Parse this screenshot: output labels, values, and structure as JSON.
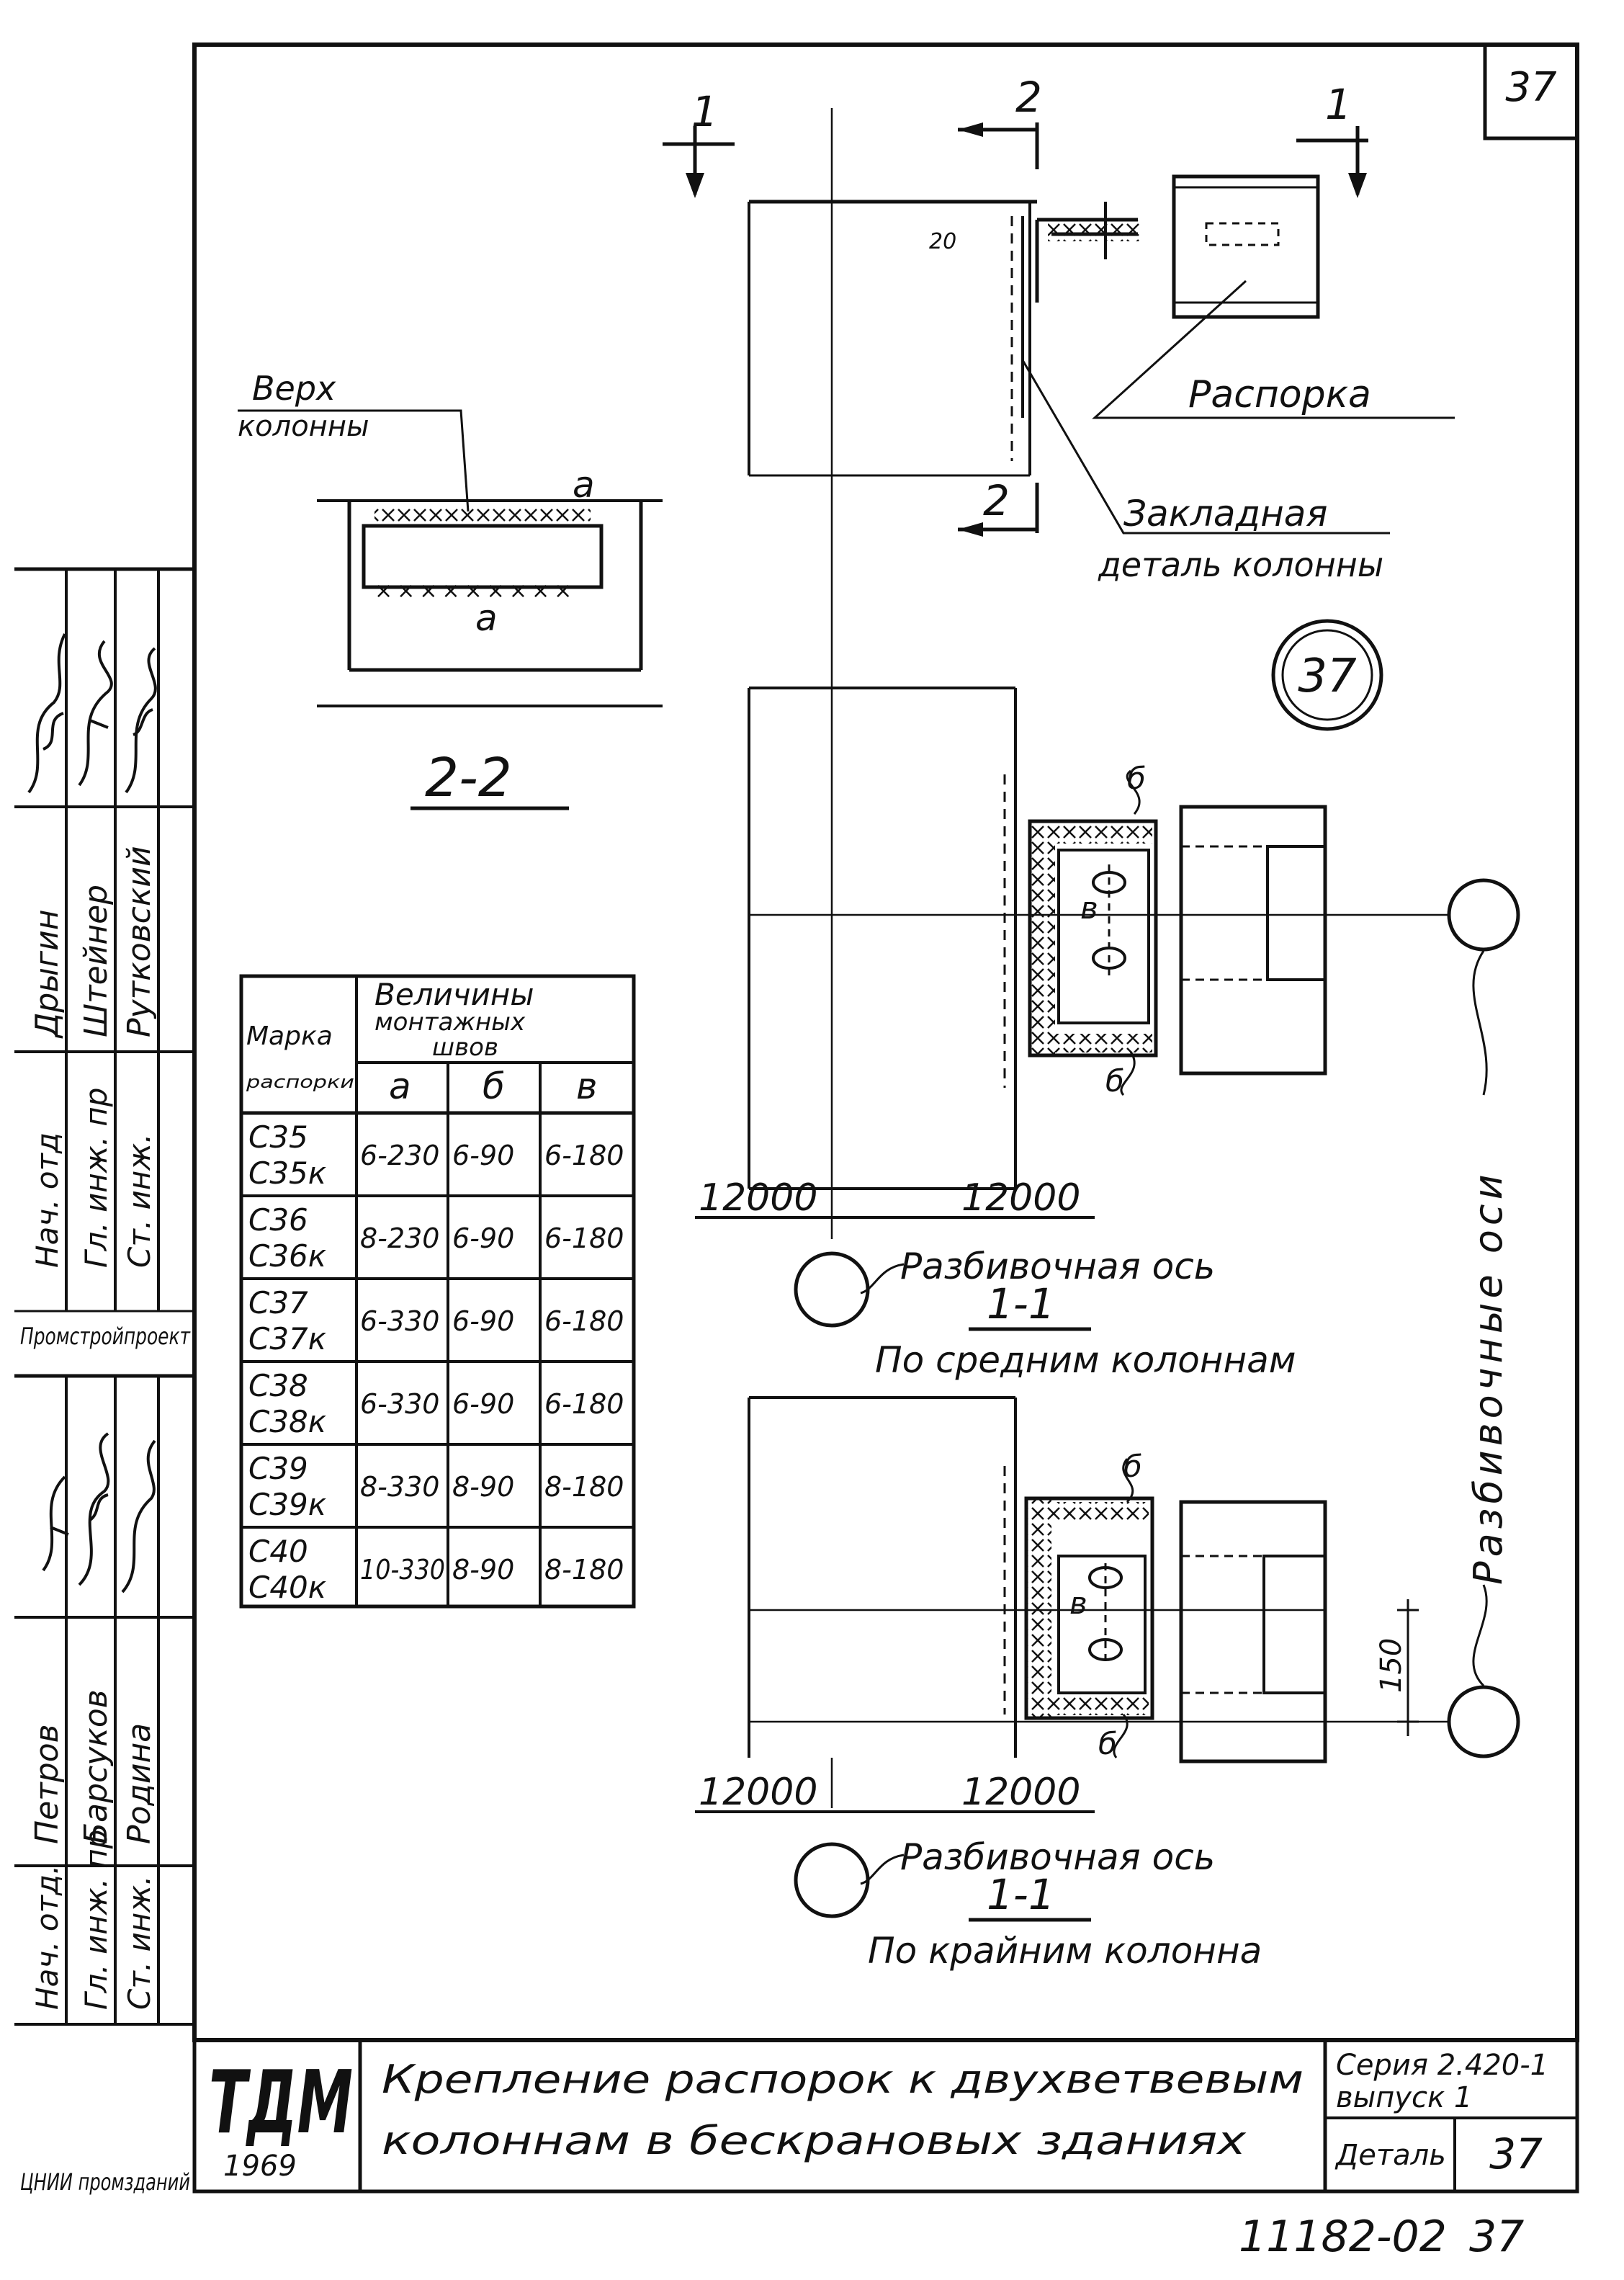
{
  "sheet": {
    "page_number": "37",
    "detail_circle": "37",
    "footer_number": "11182-02",
    "footer_page": "37"
  },
  "section_2_2": {
    "title": "2-2",
    "top_label_1": "Верх",
    "top_label_2": "колонны",
    "weld_top": "a",
    "weld_bottom": "a"
  },
  "plan_view": {
    "cut_1_left": "1",
    "cut_1_right": "1",
    "cut_2_top": "2",
    "cut_2_bottom": "2",
    "dim_20": "20",
    "spacer_label": "Распорка",
    "embedded_label_1": "Закладная",
    "embedded_label_2": "деталь колонны"
  },
  "view_middle": {
    "weld_b_top": "б",
    "weld_b_bottom": "б",
    "weld_v": "в",
    "dim_left": "12000",
    "dim_right": "12000",
    "axis_label": "Разбивочная ось",
    "section_mark": "1-1",
    "caption": "По средним колоннам"
  },
  "view_edge": {
    "weld_b_top": "б",
    "weld_b_bottom": "б",
    "weld_v": "в",
    "dim_150": "150",
    "dim_left": "12000",
    "dim_right": "12000",
    "axis_label": "Разбивочная ось",
    "section_mark": "1-1",
    "caption": "По крайним колонна"
  },
  "axes_label": "Разбивочные оси",
  "weld_table": {
    "col_mark_1": "Марка",
    "col_mark_2": "распорки",
    "col_values_1": "Величины",
    "col_values_2": "монтажных",
    "col_values_3": "швов",
    "sub_a": "a",
    "sub_b": "б",
    "sub_v": "в",
    "rows": [
      {
        "mark1": "С35",
        "mark2": "С35к",
        "a": "6-230",
        "b": "6-90",
        "v": "6-180"
      },
      {
        "mark1": "С36",
        "mark2": "С36к",
        "a": "8-230",
        "b": "6-90",
        "v": "6-180"
      },
      {
        "mark1": "С37",
        "mark2": "С37к",
        "a": "6-330",
        "b": "6-90",
        "v": "6-180"
      },
      {
        "mark1": "С38",
        "mark2": "С38к",
        "a": "6-330",
        "b": "6-90",
        "v": "6-180"
      },
      {
        "mark1": "С39",
        "mark2": "С39к",
        "a": "8-330",
        "b": "8-90",
        "v": "8-180"
      },
      {
        "mark1": "С40",
        "mark2": "С40к",
        "a": "10-330",
        "b": "8-90",
        "v": "8-180"
      }
    ]
  },
  "title_block": {
    "org_logo": "ТДМ",
    "year": "1969",
    "title_line1": "Крепление распорок к двухветвевым",
    "title_line2": "колоннам в бескрановых зданиях",
    "series_line1": "Серия 2.420-1",
    "series_line2": "выпуск 1",
    "detail_label": "Деталь",
    "detail_number": "37"
  },
  "side_stamp": {
    "upper": {
      "roles": [
        "Нач. отд",
        "Гл. инж. пр",
        "Ст. инж."
      ],
      "names": [
        "Дрыгин",
        "Штейнер",
        "Рутковский"
      ],
      "org": "Промстройпроект"
    },
    "lower": {
      "roles": [
        "Нач. отд.",
        "Гл. инж. пр",
        "Ст. инж."
      ],
      "names": [
        "Петров",
        "Барсуков",
        "Родина"
      ],
      "org": "ЦНИИ промзданий"
    }
  }
}
